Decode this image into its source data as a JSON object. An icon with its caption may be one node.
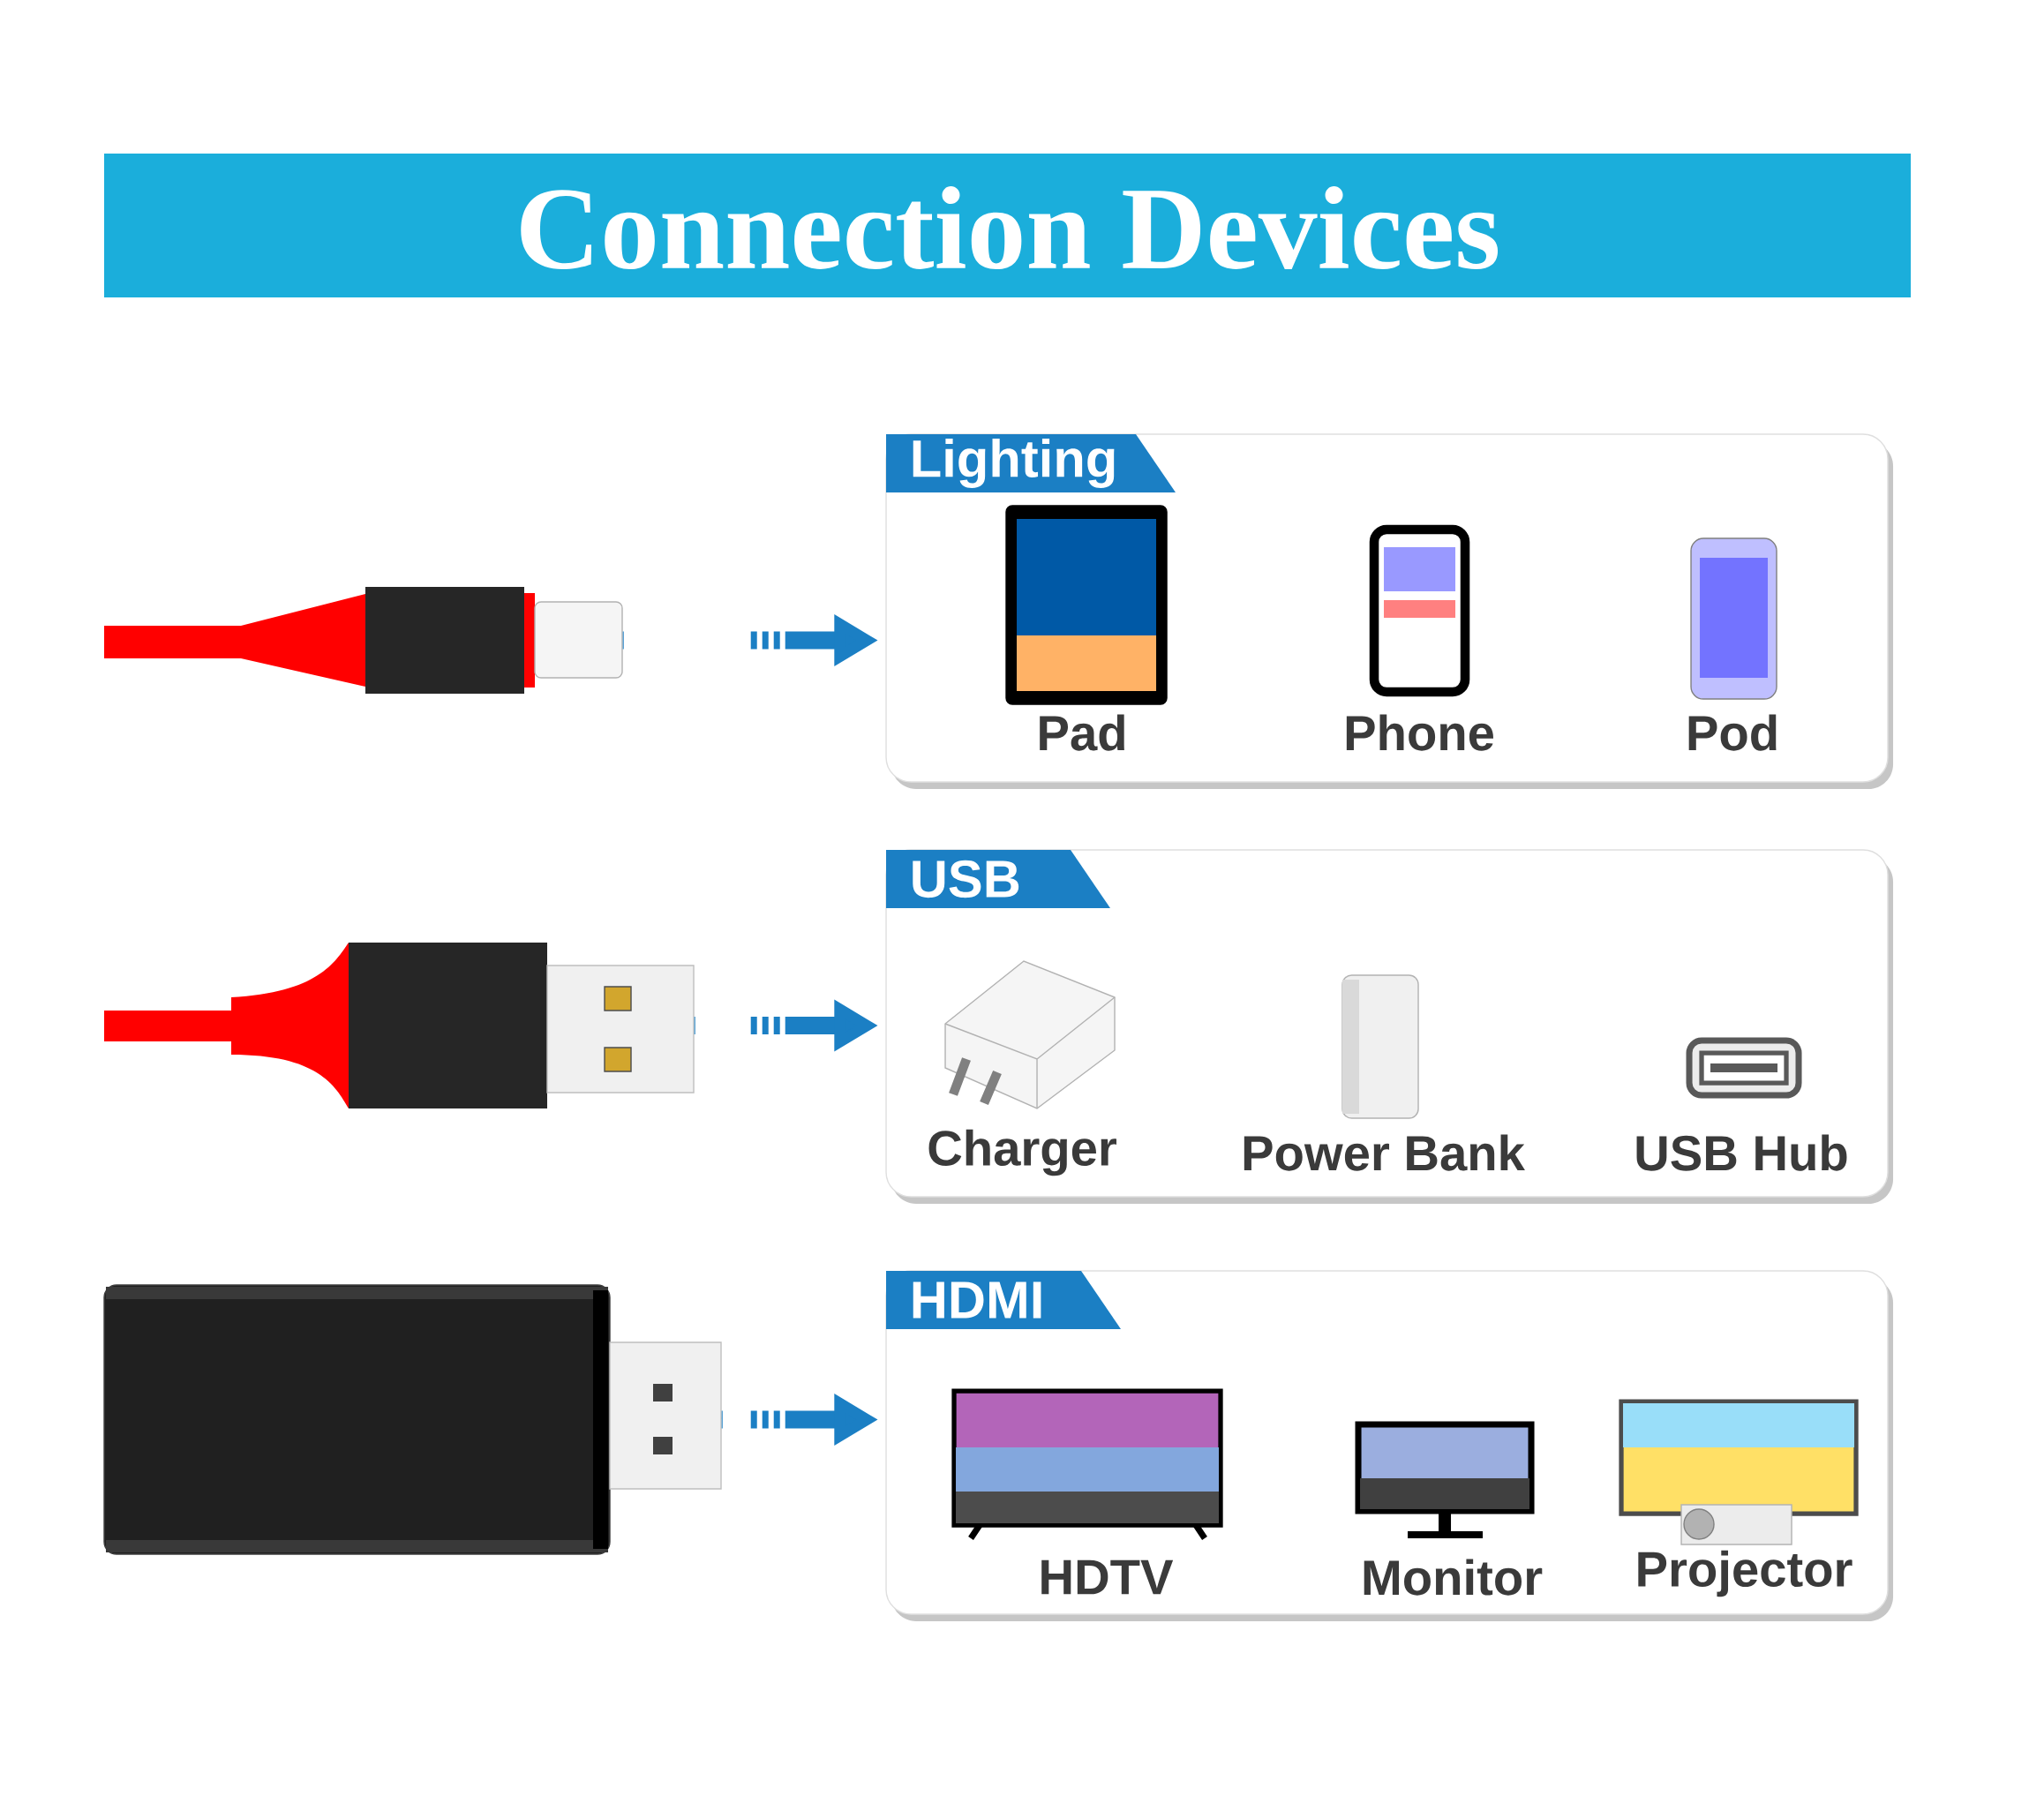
{
  "diagram": {
    "title": "Connection Devices",
    "nodes": [
      {
        "text": [],
        "shape": "picture"
      },
      {
        "text": [
          "Lighting"
        ]
      },
      {
        "text": [
          "Pad"
        ],
        "in": 1
      },
      {
        "text": [
          "Phone"
        ],
        "in": 1
      },
      {
        "text": [
          "Pod"
        ],
        "in": 1
      },
      {
        "text": [],
        "shape": "picture"
      },
      {
        "text": [
          "USB"
        ]
      },
      {
        "text": [
          "Charger"
        ],
        "in": 6
      },
      {
        "text": [
          "Power Bank"
        ],
        "in": 6
      },
      {
        "text": [
          "USB Hub"
        ],
        "in": 6
      },
      {
        "text": [],
        "shape": "picture"
      },
      {
        "text": [
          "HDMI"
        ]
      },
      {
        "text": [
          "HDTV"
        ],
        "in": 11
      },
      {
        "text": [
          "Monitor"
        ],
        "in": 11
      },
      {
        "text": [
          "Projector"
        ],
        "in": 11
      }
    ],
    "edges": [
      {
        "from": 0,
        "to": 1,
        "arrow": "to"
      },
      {
        "from": 5,
        "to": 6,
        "arrow": "to"
      },
      {
        "from": 10,
        "to": 11,
        "arrow": "to"
      }
    ]
  }
}
